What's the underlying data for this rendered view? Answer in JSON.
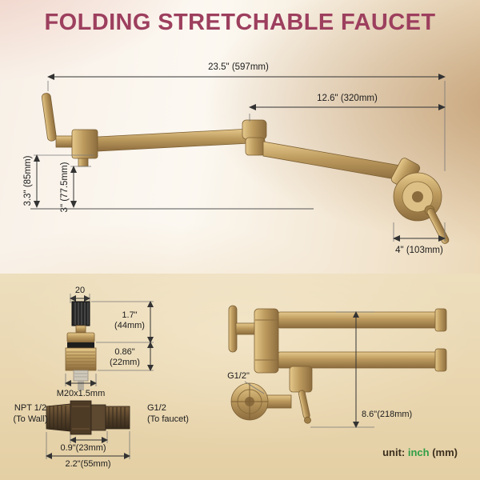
{
  "title": "FOLDING STRETCHABLE FAUCET",
  "colors": {
    "title": "#9d3f5e",
    "brass": "#bc9a5e",
    "unit_accent": "#2f9e44"
  },
  "main": {
    "dim_total": "23.5\" (597mm)",
    "dim_arm": "12.6\" (320mm)",
    "dim_left": "3.3\" (85mm)",
    "dim_spout": "3\" (77.5mm)",
    "dim_wall": "4\" (103mm)"
  },
  "cartridge": {
    "dim_stem": "20",
    "dim_h1a": "1.7\"",
    "dim_h1b": "(44mm)",
    "dim_h2a": "0.86\"",
    "dim_h2b": "(22mm)",
    "thread": "M20x1.5mm",
    "left1": "NPT 1/2",
    "left2": "(To Wall)",
    "right1": "G1/2",
    "right2": "(To faucet)",
    "dim_a": "0.9\"(23mm)",
    "dim_b": "2.2\"(55mm)"
  },
  "folded": {
    "thread": "G1/2\"",
    "dim_height": "8.6\"(218mm)",
    "unit_prefix": "unit:",
    "unit_value": "inch",
    "unit_suffix": "(mm)"
  }
}
